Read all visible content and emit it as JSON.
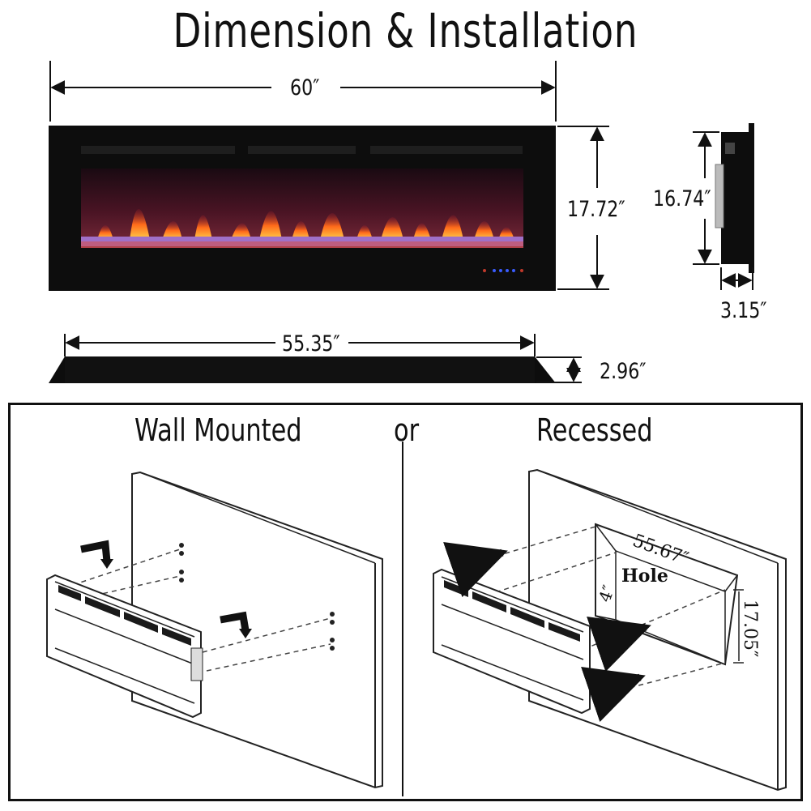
{
  "title": "Dimension & Installation",
  "dimensions": {
    "overall_width": "60″",
    "overall_height": "17.72″",
    "side_height": "16.74″",
    "side_depth": "3.15″",
    "bottom_width": "55.35″",
    "bottom_depth": "2.96″"
  },
  "install": {
    "wall_mounted": "Wall Mounted",
    "or": "or",
    "recessed": "Recessed",
    "hole_label": "Hole",
    "hole_width": "55.67″",
    "hole_depth": "4″",
    "hole_height": "17.05″"
  },
  "colors": {
    "body": "#0d0d0d",
    "flame": "#ff6a1a",
    "line": "#111111"
  }
}
